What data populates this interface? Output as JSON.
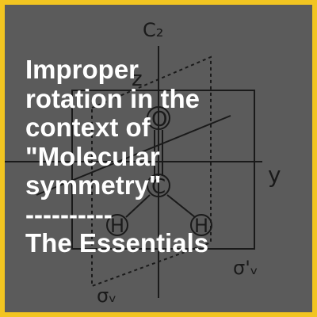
{
  "title_lines": [
    "Improper",
    "rotation in the",
    "context of",
    "\"Molecular",
    "symmetry\"",
    "----------",
    "The Essentials"
  ],
  "diagram": {
    "c2_label": "C₂",
    "z_label": "z",
    "y_label": "y",
    "sigma_v_label": "σᵥ",
    "sigma_v_prime_label": "σ'ᵥ",
    "atom_o": "O",
    "atom_c": "C",
    "atom_h": "H"
  },
  "colors": {
    "border": "#f2c521",
    "panel": "#5b5b5b",
    "text": "#ffffff",
    "lines": "#1a1a1a"
  }
}
